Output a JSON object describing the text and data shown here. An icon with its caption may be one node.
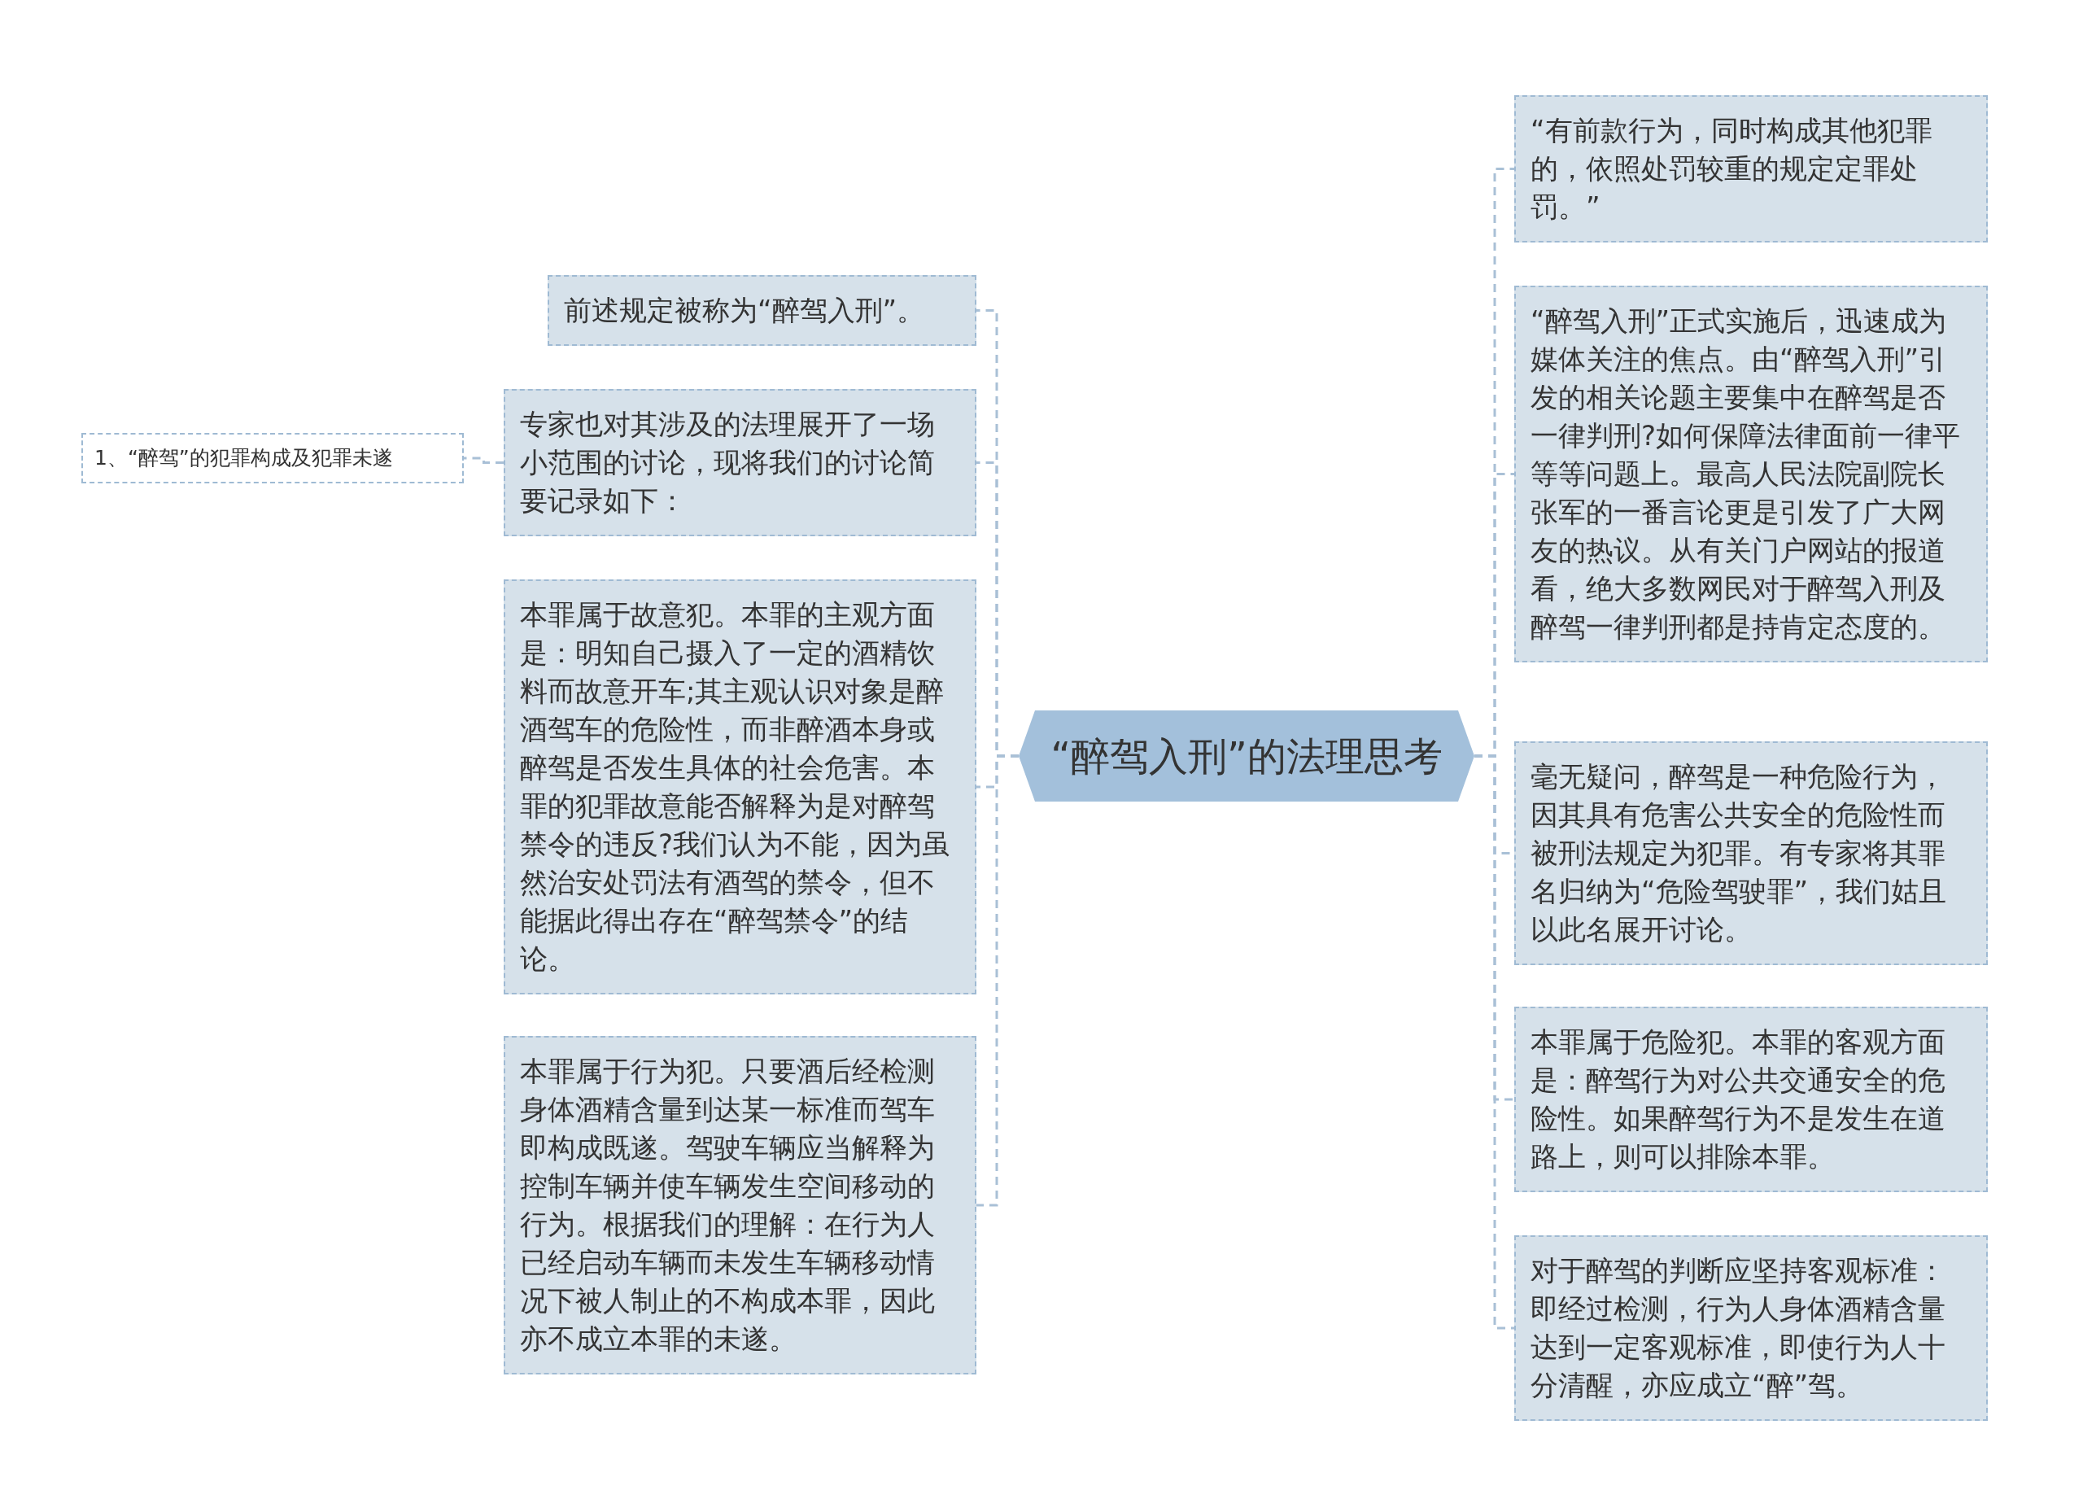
{
  "diagram": {
    "nodes": [
      {
        "text": [
          "“醉驾入刑”的法理思考"
        ]
      },
      {
        "text": [
          "前述规定被称为“醉驾入刑”。"
        ]
      },
      {
        "text": [
          "专家也对其涉及的法理展开了一场小范围的讨论，现将我们的讨论简要记录如下："
        ]
      },
      {
        "text": [
          "1、“醉驾”的犯罪构成及犯罪未遂"
        ]
      },
      {
        "text": [
          "本罪属于故意犯。本罪的主观方面是：明知自己摄入了一定的酒精饮料而故意开车;其主观认识对象是醉酒驾车的危险性，而非醉酒本身或醉驾是否发生具体的社会危害。本罪的犯罪故意能否解释为是对醉驾禁令的违反?我们认为不能，因为虽然治安处罚法有酒驾的禁令，但不能据此得出存在“醉驾禁令”的结论。"
        ]
      },
      {
        "text": [
          "本罪属于行为犯。只要酒后经检测身体酒精含量到达某一标准而驾车即构成既遂。驾驶车辆应当解释为控制车辆并使车辆发生空间移动的行为。根据我们的理解：在行为人已经启动车辆而未发生车辆移动情况下被人制止的不构成本罪，因此亦不成立本罪的未遂。"
        ]
      },
      {
        "text": [
          "“有前款行为，同时构成其他犯罪的，依照处罚较重的规定定罪处罚。”"
        ]
      },
      {
        "text": [
          "“醉驾入刑”正式实施后，迅速成为媒体关注的焦点。由“醉驾入刑”引发的相关论题主要集中在醉驾是否一律判刑?如何保障法律面前一律平等等问题上。最高人民法院副院长张军的一番言论更是引发了广大网友的热议。从有关门户网站的报道看，绝大多数网民对于醉驾入刑及醉驾一律判刑都是持肯定态度的。"
        ]
      },
      {
        "text": [
          "毫无疑问，醉驾是一种危险行为，因其具有危害公共安全的危险性而被刑法规定为犯罪。有专家将其罪名归纳为“危险驾驶罪”，我们姑且以此名展开讨论。"
        ]
      },
      {
        "text": [
          "本罪属于危险犯。本罪的客观方面是：醉驾行为对公共交通安全的危险性。如果醉驾行为不是发生在道路上，则可以排除本罪。"
        ]
      },
      {
        "text": [
          "对于醉驾的判断应坚持客观标准：即经过检测，行为人身体酒精含量达到一定客观标准，即使行为人十分清醒，亦应成立“醉”驾。"
        ]
      }
    ],
    "edges": [
      {
        "from": 0,
        "to": 1,
        "arrow": "none",
        "style": "dashed"
      },
      {
        "from": 0,
        "to": 2,
        "arrow": "none",
        "style": "dashed"
      },
      {
        "from": 2,
        "to": 3,
        "arrow": "none",
        "style": "dashed"
      },
      {
        "from": 0,
        "to": 4,
        "arrow": "none",
        "style": "dashed"
      },
      {
        "from": 0,
        "to": 5,
        "arrow": "none",
        "style": "dashed"
      },
      {
        "from": 0,
        "to": 6,
        "arrow": "none",
        "style": "dashed"
      },
      {
        "from": 0,
        "to": 7,
        "arrow": "none",
        "style": "dashed"
      },
      {
        "from": 0,
        "to": 8,
        "arrow": "none",
        "style": "dashed"
      },
      {
        "from": 0,
        "to": 9,
        "arrow": "none",
        "style": "dashed"
      },
      {
        "from": 0,
        "to": 10,
        "arrow": "none",
        "style": "dashed"
      }
    ]
  }
}
